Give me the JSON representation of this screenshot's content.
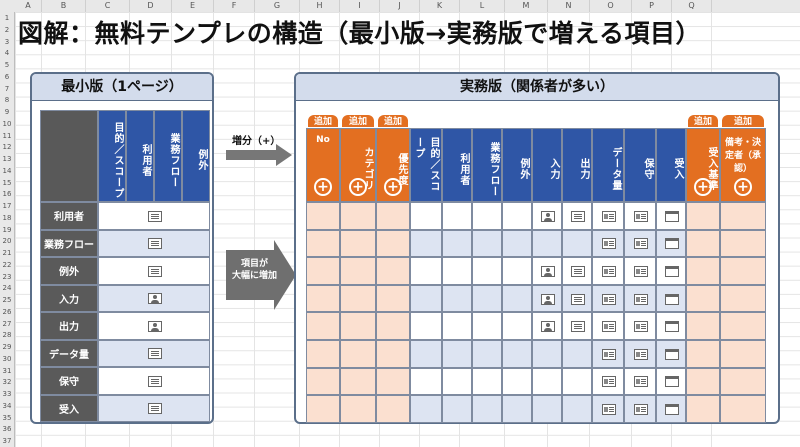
{
  "title": "図解：無料テンプレの構造（最小版→実務版で増える項目）",
  "columns": [
    "A",
    "B",
    "C",
    "D",
    "E",
    "F",
    "G",
    "H",
    "I",
    "J",
    "K",
    "L",
    "M",
    "N",
    "O",
    "P",
    "Q"
  ],
  "rows": [
    "1",
    "2",
    "3",
    "4",
    "5",
    "6",
    "7",
    "8",
    "9",
    "10",
    "11",
    "12",
    "13",
    "14",
    "15",
    "16",
    "17",
    "18",
    "19",
    "20",
    "21",
    "22",
    "23",
    "24",
    "25",
    "26",
    "27",
    "28",
    "29",
    "30",
    "31",
    "32",
    "33",
    "34",
    "35",
    "36",
    "37"
  ],
  "left_panel": {
    "title": "最小版（1ページ）",
    "headers": [
      "目的／スコープ",
      "利用者",
      "業務フロー",
      "例外"
    ],
    "rows": [
      {
        "label": "利用者",
        "icon": "doc-icon",
        "blue": false
      },
      {
        "label": "業務フロー",
        "icon": "doc-icon",
        "blue": true
      },
      {
        "label": "例外",
        "icon": "doc-icon",
        "blue": false
      },
      {
        "label": "入力",
        "icon": "user-icon",
        "blue": true
      },
      {
        "label": "出力",
        "icon": "user-icon",
        "blue": false
      },
      {
        "label": "データ量",
        "icon": "doc-icon",
        "blue": true
      },
      {
        "label": "保守",
        "icon": "doc-icon",
        "blue": false
      },
      {
        "label": "受入",
        "icon": "doc-icon",
        "blue": true
      }
    ]
  },
  "arrows": {
    "top_label": "増分（+）",
    "mid_label_1": "項目が",
    "mid_label_2": "大幅に増加"
  },
  "right_panel": {
    "title": "実務版（関係者が多い）",
    "tag_label": "追加",
    "plus_symbol": "+",
    "headers": [
      {
        "label": "No",
        "color": "orange",
        "added": true,
        "vertical": false
      },
      {
        "label": "カテゴリ",
        "color": "orange",
        "added": true,
        "vertical": true
      },
      {
        "label": "優先度",
        "color": "orange",
        "added": true,
        "vertical": true
      },
      {
        "label": "目的／スコープ",
        "color": "blue",
        "added": false,
        "vertical": true
      },
      {
        "label": "利用者",
        "color": "blue",
        "added": false,
        "vertical": true
      },
      {
        "label": "業務フロー",
        "color": "blue",
        "added": false,
        "vertical": true
      },
      {
        "label": "例外",
        "color": "blue",
        "added": false,
        "vertical": true
      },
      {
        "label": "入力",
        "color": "blue",
        "added": false,
        "vertical": true
      },
      {
        "label": "出力",
        "color": "blue",
        "added": false,
        "vertical": true
      },
      {
        "label": "データ量",
        "color": "blue",
        "added": false,
        "vertical": true
      },
      {
        "label": "保守",
        "color": "blue",
        "added": false,
        "vertical": true
      },
      {
        "label": "受入",
        "color": "blue",
        "added": false,
        "vertical": true
      },
      {
        "label": "受入基準",
        "color": "orange",
        "added": true,
        "vertical": true
      },
      {
        "label": "備考・決定者（承認）",
        "color": "orange",
        "added": true,
        "vertical": false
      }
    ],
    "icon_rows": [
      [
        "",
        "",
        "",
        "",
        "",
        "",
        "",
        "user-icon",
        "doc-icon",
        "form-icon",
        "form-icon",
        "win-icon",
        "",
        ""
      ],
      [
        "",
        "",
        "",
        "",
        "",
        "",
        "",
        "",
        "",
        "form-icon",
        "form-icon",
        "win-icon",
        "",
        ""
      ],
      [
        "",
        "",
        "",
        "",
        "",
        "",
        "",
        "user-icon",
        "doc-icon",
        "form-icon",
        "form-icon",
        "win-icon",
        "",
        ""
      ],
      [
        "",
        "",
        "",
        "",
        "",
        "",
        "",
        "user-icon",
        "doc-icon",
        "form-icon",
        "form-icon",
        "win-icon",
        "",
        ""
      ],
      [
        "",
        "",
        "",
        "",
        "",
        "",
        "",
        "user-icon",
        "doc-icon",
        "form-icon",
        "form-icon",
        "win-icon",
        "",
        ""
      ],
      [
        "",
        "",
        "",
        "",
        "",
        "",
        "",
        "",
        "",
        "form-icon",
        "form-icon",
        "win-icon",
        "",
        ""
      ],
      [
        "",
        "",
        "",
        "",
        "",
        "",
        "",
        "",
        "",
        "form-icon",
        "form-icon",
        "win-icon",
        "",
        ""
      ],
      [
        "",
        "",
        "",
        "",
        "",
        "",
        "",
        "",
        "",
        "form-icon",
        "form-icon",
        "win-icon",
        "",
        ""
      ]
    ]
  },
  "colors": {
    "blue": "#2f56a6",
    "orange": "#e36f21",
    "row_label_gray": "#5a5a5a",
    "light_blue": "#dde4f2",
    "light_orange": "#fbe0d0"
  }
}
